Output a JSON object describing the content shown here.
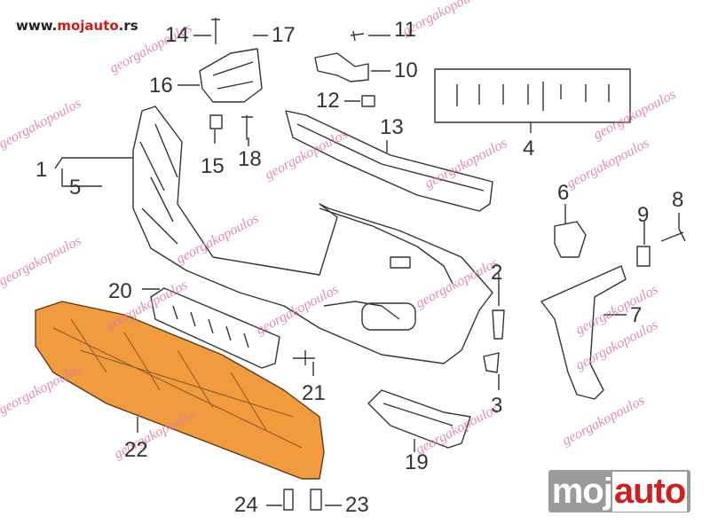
{
  "site": {
    "prefix": "www.",
    "brand": "mojauto",
    "suffix": ".rs"
  },
  "logo": {
    "left": "moj",
    "right": "auto",
    "bg": "#9a9a9a",
    "accent": "#cf1f1f"
  },
  "watermark": {
    "text": "georgakopoulos",
    "color": "#e17c96"
  },
  "colors": {
    "undertray": "#f19a3e",
    "line": "#333333"
  },
  "labels": [
    "1",
    "2",
    "3",
    "4",
    "5",
    "6",
    "7",
    "8",
    "9",
    "10",
    "11",
    "12",
    "13",
    "14",
    "15",
    "16",
    "17",
    "18",
    "19",
    "20",
    "21",
    "22",
    "23",
    "24"
  ]
}
